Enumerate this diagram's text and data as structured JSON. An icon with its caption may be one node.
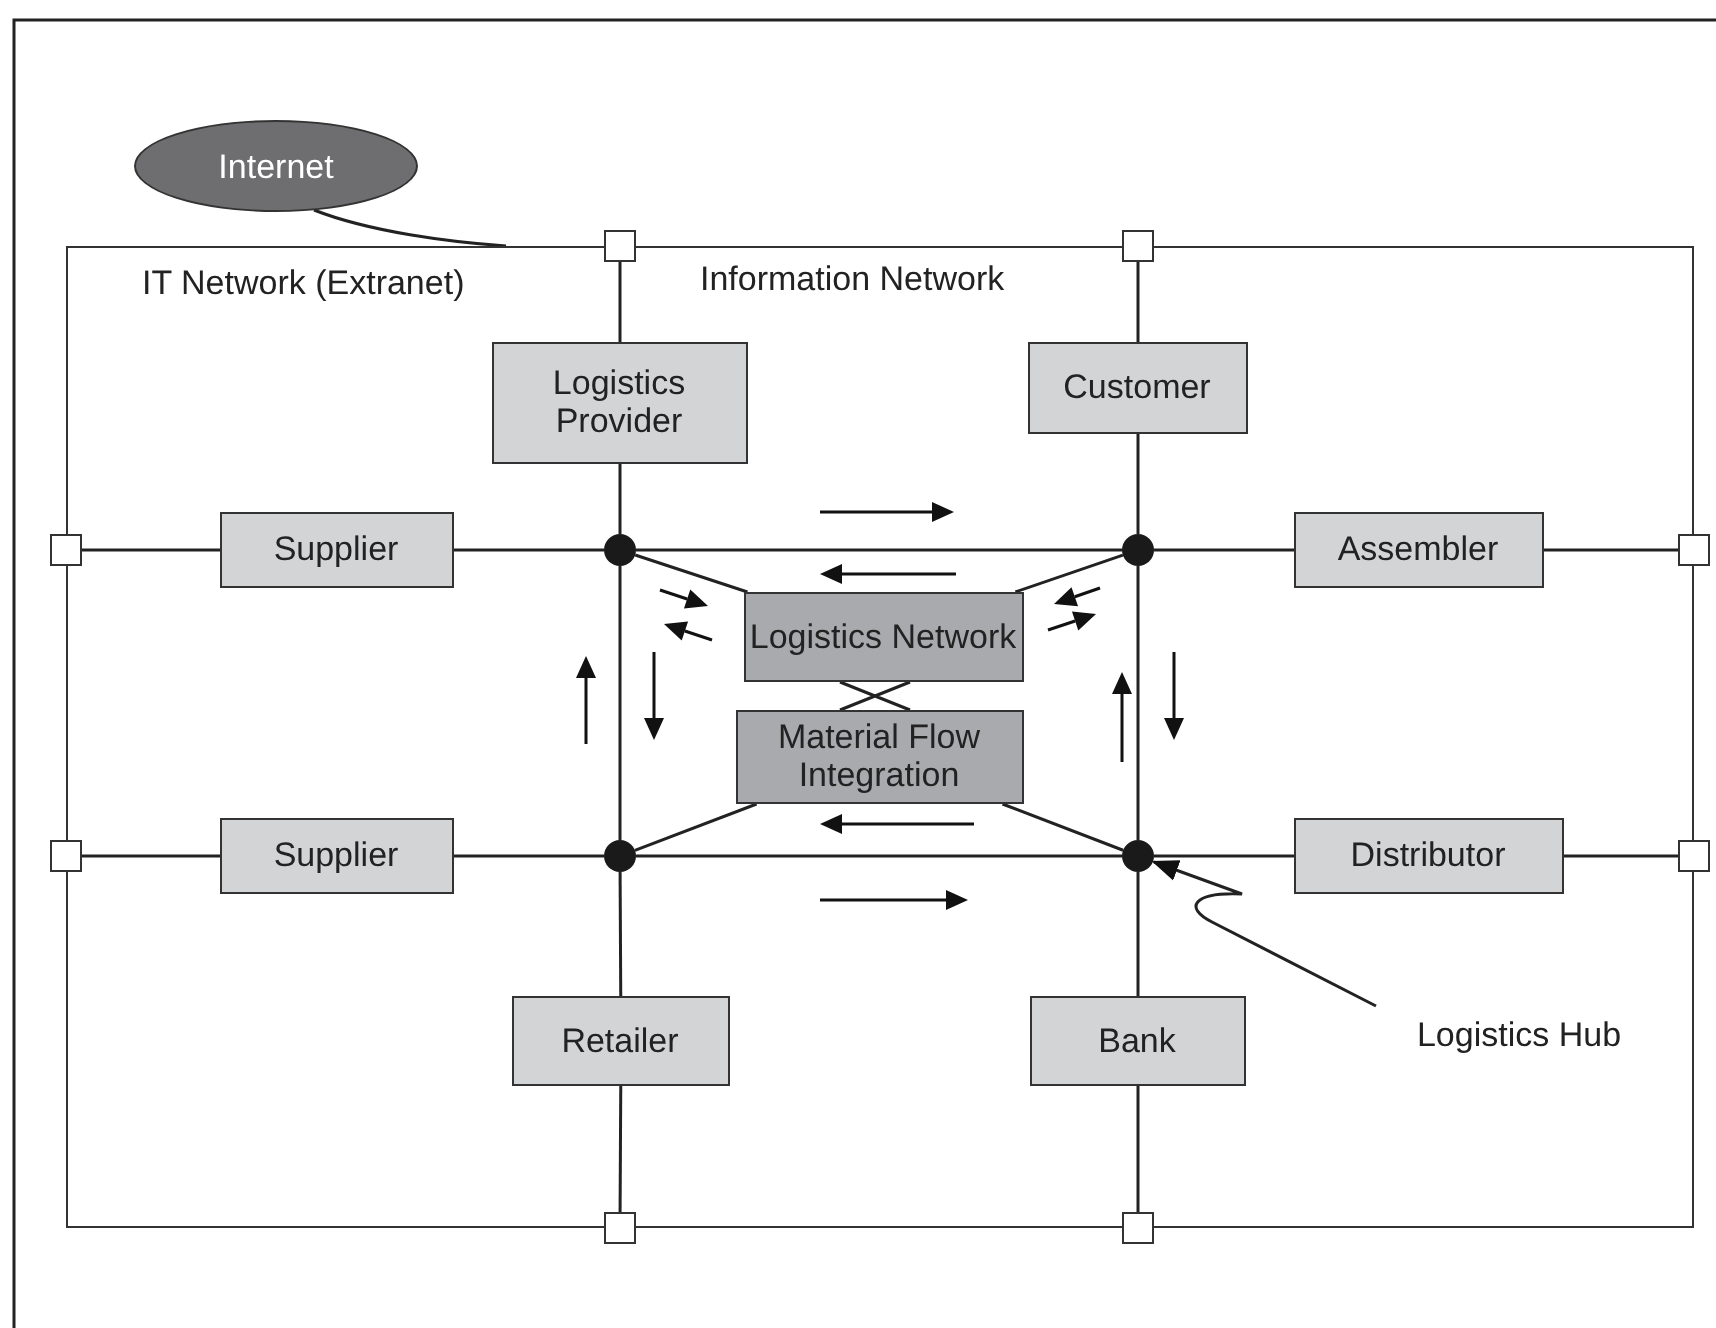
{
  "diagram": {
    "nodes": [
      {
        "text": [
          "Internet"
        ]
      },
      {
        "text": [
          "IT Network (Extranet)"
        ]
      },
      {
        "text": [],
        "shape": "box"
      },
      {
        "text": [],
        "shape": "box"
      },
      {
        "text": [
          "Logistics Provider"
        ],
        "in": 1
      },
      {
        "text": [
          "Customer"
        ],
        "in": 1
      },
      {
        "text": [],
        "shape": "box"
      },
      {
        "text": [
          "Supplier"
        ],
        "in": 1
      },
      {
        "text": [],
        "shape": "circle",
        "in": 1
      },
      {
        "text": [],
        "shape": "circle",
        "in": 1
      },
      {
        "text": [
          "Assembler"
        ],
        "in": 1
      },
      {
        "text": [],
        "shape": "box"
      },
      {
        "text": [
          "Logistics Network"
        ],
        "in": 1
      },
      {
        "text": [
          "Material Flow Integration"
        ],
        "in": 1
      },
      {
        "text": [],
        "shape": "box"
      },
      {
        "text": [
          "Supplier"
        ],
        "in": 1
      },
      {
        "text": [],
        "shape": "circle",
        "in": 1
      },
      {
        "text": [],
        "shape": "circle",
        "in": 1
      },
      {
        "text": [
          "Distributor"
        ],
        "in": 1
      },
      {
        "text": [],
        "shape": "box"
      },
      {
        "text": [
          "Retailer"
        ],
        "in": 1
      },
      {
        "text": [
          "Bank"
        ],
        "in": 1
      },
      {
        "text": [
          "Logistics Hub"
        ],
        "in": 1
      },
      {
        "text": [],
        "shape": "box"
      },
      {
        "text": [],
        "shape": "box"
      }
    ],
    "edges": [
      {
        "from": 0,
        "to": 1,
        "arrow": "none"
      },
      {
        "from": 2,
        "to": 4,
        "arrow": "none"
      },
      {
        "from": 4,
        "to": 8,
        "arrow": "none"
      },
      {
        "from": 3,
        "to": 5,
        "arrow": "none"
      },
      {
        "from": 5,
        "to": 9,
        "arrow": "none"
      },
      {
        "from": 6,
        "to": 7,
        "arrow": "none"
      },
      {
        "from": 7,
        "to": 8,
        "arrow": "none"
      },
      {
        "from": 8,
        "to": 9,
        "arrow": "none"
      },
      {
        "from": 9,
        "to": 10,
        "arrow": "none"
      },
      {
        "from": 10,
        "to": 11,
        "arrow": "none"
      },
      {
        "from": 8,
        "to": 12,
        "arrow": "none"
      },
      {
        "from": 9,
        "to": 12,
        "arrow": "none"
      },
      {
        "from": 8,
        "to": 16,
        "arrow": "none"
      },
      {
        "from": 9,
        "to": 17,
        "arrow": "none"
      },
      {
        "from": 12,
        "to": 13,
        "arrow": "none"
      },
      {
        "from": 14,
        "to": 15,
        "arrow": "none"
      },
      {
        "from": 15,
        "to": 16,
        "arrow": "none"
      },
      {
        "from": 16,
        "to": 13,
        "arrow": "none"
      },
      {
        "from": 17,
        "to": 13,
        "arrow": "none"
      },
      {
        "from": 16,
        "to": 17,
        "arrow": "none"
      },
      {
        "from": 17,
        "to": 18,
        "arrow": "none"
      },
      {
        "from": 18,
        "to": 19,
        "arrow": "none"
      },
      {
        "from": 16,
        "to": 20,
        "arrow": "none"
      },
      {
        "from": 20,
        "to": 23,
        "arrow": "none"
      },
      {
        "from": 17,
        "to": 21,
        "arrow": "none"
      },
      {
        "from": 21,
        "to": 24,
        "arrow": "none"
      },
      {
        "from": 22,
        "to": 17,
        "arrow": "to"
      }
    ],
    "labels": [
      "Information Network"
    ]
  }
}
